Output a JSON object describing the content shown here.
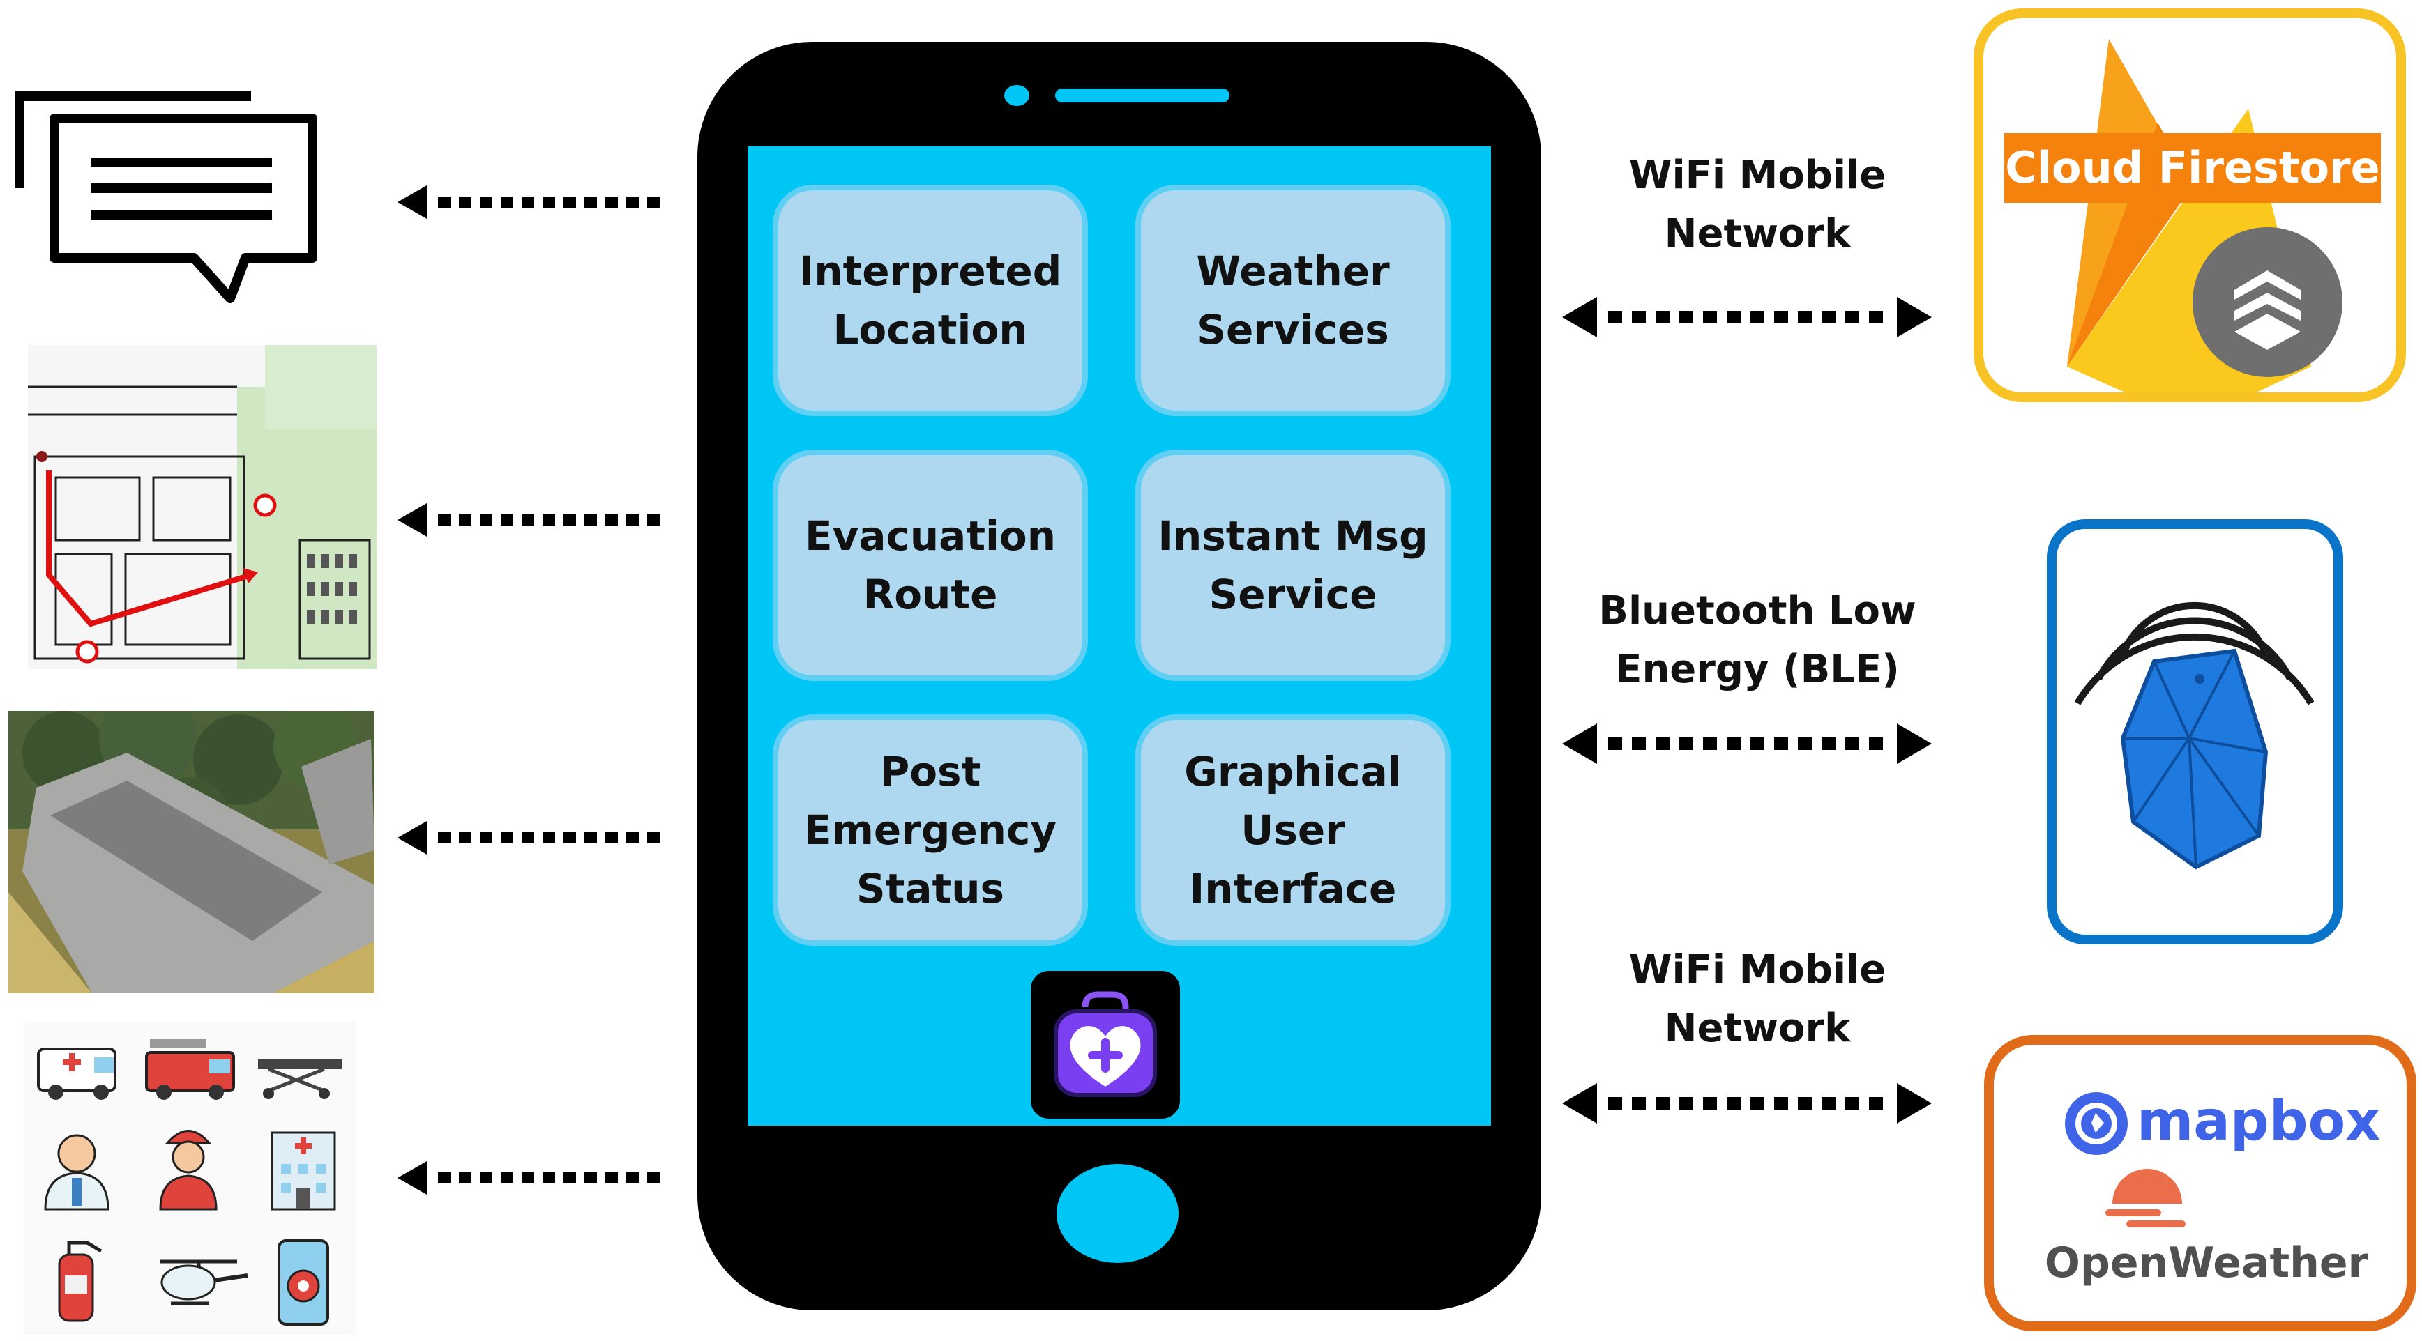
{
  "phone": {
    "tiles": [
      {
        "label": "Interpreted Location"
      },
      {
        "label": "Weather Services"
      },
      {
        "label": "Evacuation Route"
      },
      {
        "label": "Instant Msg Service"
      },
      {
        "label": "Post Emergency Status"
      },
      {
        "label": "Graphical User Interface"
      }
    ],
    "app_icon": "medical-kit-heart-icon"
  },
  "connections": [
    {
      "label_line1": "WiFi Mobile",
      "label_line2": "Network",
      "target": "Cloud Firestore"
    },
    {
      "label_line1": "Bluetooth Low",
      "label_line2": "Energy (BLE)",
      "target": "beacon"
    },
    {
      "label_line1": "WiFi Mobile",
      "label_line2": "Network",
      "target": "mapbox / OpenWeather"
    }
  ],
  "services": {
    "firestore_label": "Cloud Firestore",
    "mapbox_label": "mapbox",
    "openweather_label": "OpenWeather"
  },
  "outputs": [
    {
      "icon": "chat-messages-icon"
    },
    {
      "icon": "evacuation-floor-plan-image"
    },
    {
      "icon": "aerial-building-photo"
    },
    {
      "icon": "emergency-services-icons-grid"
    }
  ],
  "colors": {
    "screen": "#00c6f6",
    "tile": "#add8ef",
    "firestore_border": "#f7c325",
    "firestore_banner": "#f5820d",
    "ble_border": "#0a74c9",
    "beacon": "#1f7ae0",
    "map_border": "#e06c19",
    "mapbox_blue": "#3f64e8",
    "openweather_orange": "#eb6e4b",
    "app_icon_purple": "#7b3ff2"
  }
}
